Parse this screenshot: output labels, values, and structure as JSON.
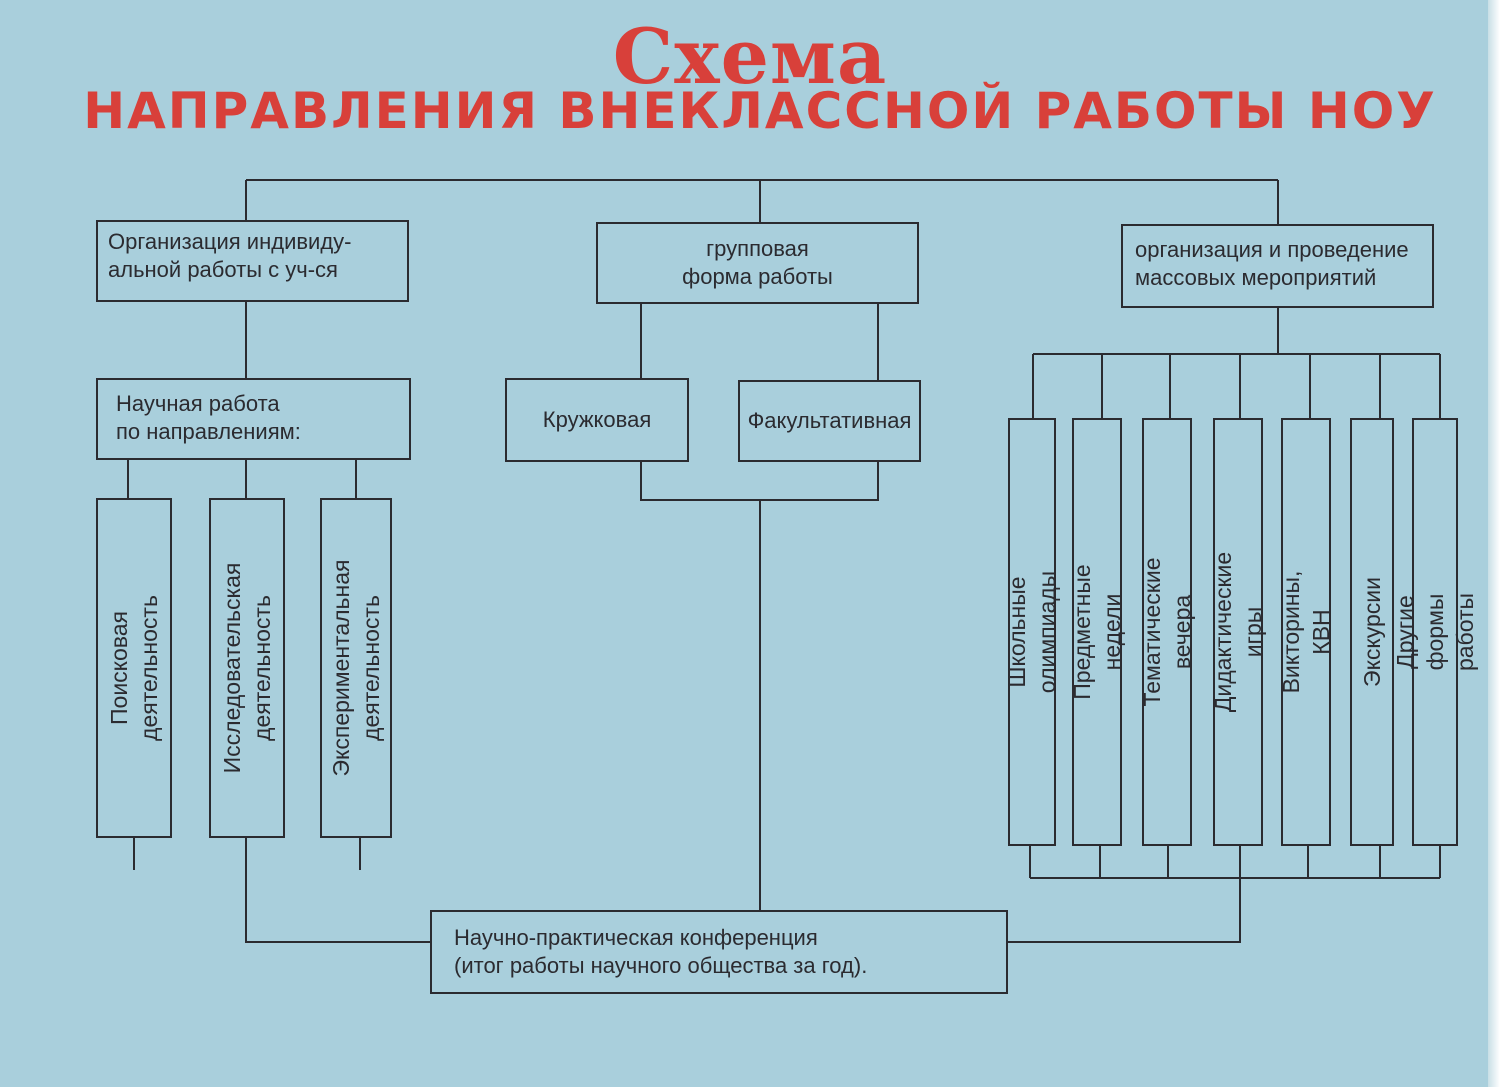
{
  "title": {
    "line1": "Схема",
    "line2": "НАПРАВЛЕНИЯ ВНЕКЛАССНОЙ РАБОТЫ НОУ"
  },
  "nodes": {
    "individual": "Организация индивиду-\nальной работы с уч-ся",
    "group": "групповая\nформа работы",
    "mass": "организация и проведение\nмассовых мероприятий",
    "research": "Научная работа\nпо направлениям:",
    "search": "Поисковая\nдеятельность",
    "investigative": "Исследовательская\nдеятельность",
    "experimental": "Экспериментальная\nдеятельность",
    "circle": "Кружковая",
    "elective": "Факультативная",
    "olympiads": "Школьные олимпиады",
    "subject_weeks": "Предметные недели",
    "thematic_evenings": "Тематические вечера",
    "didactic_games": "Дидактические игры",
    "quizzes": "Викторины, КВН",
    "excursions": "Экскурсии",
    "other_forms": "Другие формы работы",
    "conference": "Научно-практическая конференция\n(итог работы научного общества за год)."
  }
}
